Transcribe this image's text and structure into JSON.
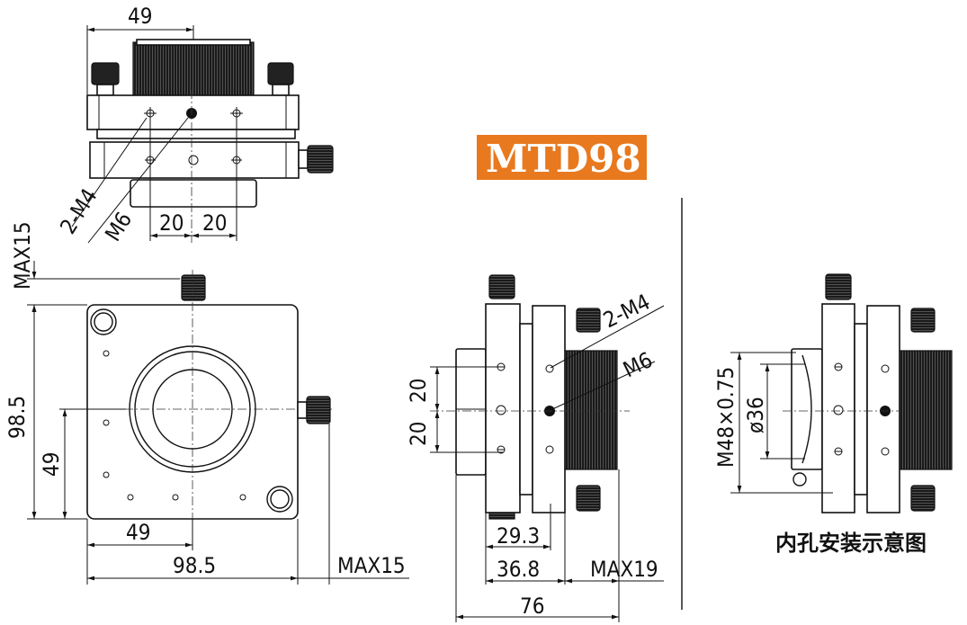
{
  "title": "MTD98",
  "caption": "内孔安装示意图",
  "colors": {
    "title_background": "#E8791F",
    "title_text": "#ffffff",
    "line": "#111111"
  },
  "top_view": {
    "width_dim": "49",
    "hole_label_4": "2-M4",
    "hole_label_6": "M6",
    "spacing_left": "20",
    "spacing_right": "20"
  },
  "front_view": {
    "top_clearance": "MAX15",
    "height": "98.5",
    "center_height": "49",
    "center_width": "49",
    "width": "98.5",
    "side_clearance": "MAX15"
  },
  "side_view": {
    "hole_label_4": "2-M4",
    "hole_label_6": "M6",
    "spacing_upper": "20",
    "spacing_lower": "20",
    "dim_a": "29.3",
    "dim_b": "36.8",
    "dim_c": "MAX19",
    "overall": "76"
  },
  "section_view": {
    "thread": "M48×0.75",
    "bore": "ø36"
  }
}
